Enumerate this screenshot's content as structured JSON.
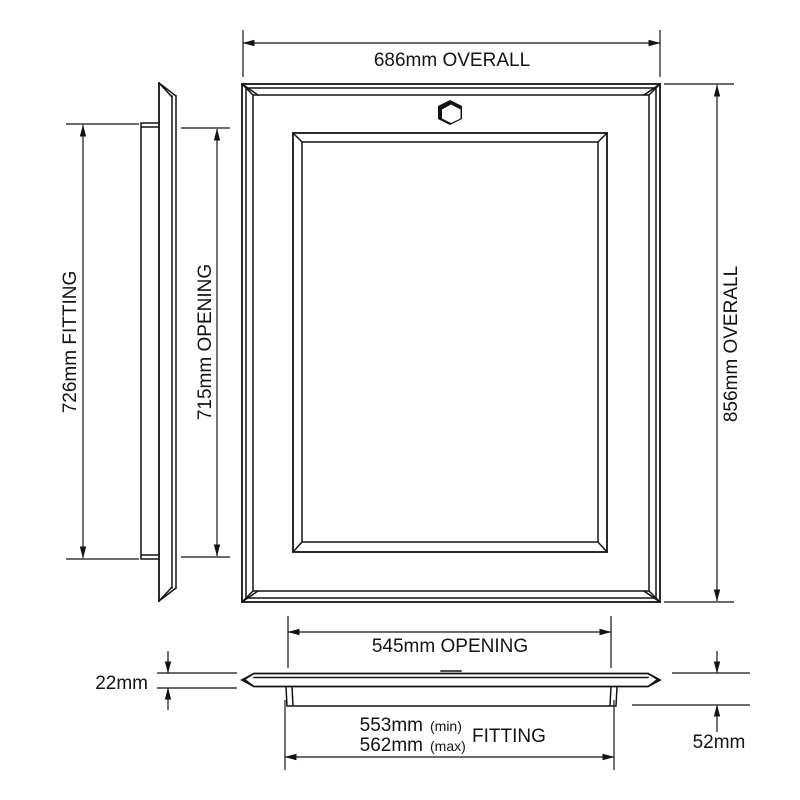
{
  "drawing": {
    "type": "technical-drawing",
    "subject": "access-panel",
    "colors": {
      "line": "#141414",
      "background": "#ffffff"
    },
    "icons": {
      "fastener": "hex-bolt-icon"
    },
    "views": [
      "front-view",
      "side-view",
      "plan-view"
    ]
  },
  "dims": {
    "overall_width": "686mm OVERALL",
    "overall_height": "856mm OVERALL",
    "fitting_height": "726mm FITTING",
    "opening_height": "715mm OPENING",
    "opening_width": "545mm OPENING",
    "fitting_width_min": "553mm",
    "fitting_width_min_qualifier": "(min)",
    "fitting_width_max": "562mm",
    "fitting_width_max_qualifier": "(max)",
    "fitting_width_label": "FITTING",
    "panel_thickness": "22mm",
    "overall_depth": "52mm"
  }
}
